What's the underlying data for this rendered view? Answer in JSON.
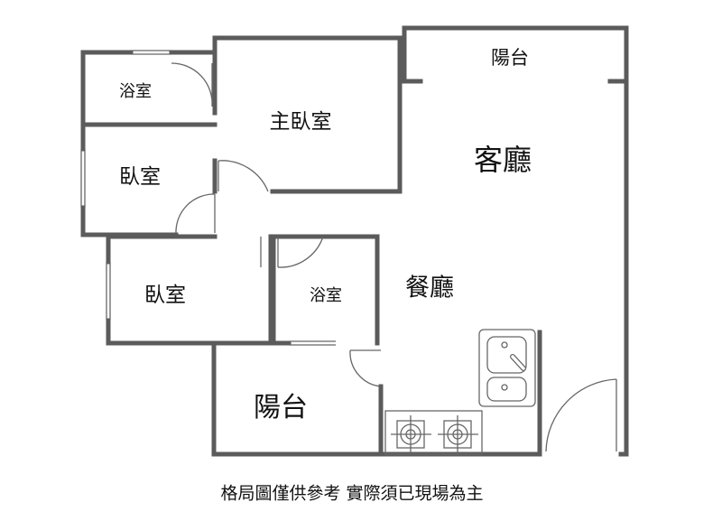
{
  "rooms": {
    "balcony_top": "陽台",
    "bath_top": "浴室",
    "master_bedroom": "主臥室",
    "living_room": "客廳",
    "bedroom_1": "臥室",
    "bedroom_2": "臥室",
    "dining_room": "餐廳",
    "bath_middle": "浴室",
    "balcony_bottom": "陽台"
  },
  "caption": "格局圖僅供參考 實際須已現場為主",
  "colors": {
    "wall": "#5b5b5b",
    "fixture": "#666666"
  }
}
